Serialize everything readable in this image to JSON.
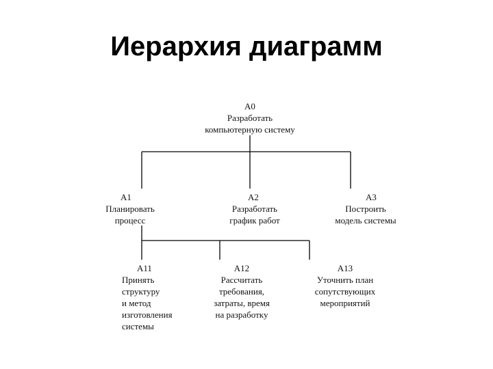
{
  "title": "Иерархия диаграмм",
  "nodes": {
    "a0": {
      "code": "А0",
      "lines": [
        "Разработать",
        "компьютерную систему"
      ]
    },
    "a1": {
      "code": "А1",
      "lines": [
        "Планировать",
        "процесс"
      ]
    },
    "a2": {
      "code": "А2",
      "lines": [
        "Разработать",
        "график работ"
      ]
    },
    "a3": {
      "code": "А3",
      "lines": [
        "Построить",
        "модель системы"
      ]
    },
    "a11": {
      "code": "А11",
      "lines": [
        "Принять",
        "структуру",
        "и метод",
        "изготовления",
        "системы"
      ]
    },
    "a12": {
      "code": "А12",
      "lines": [
        "Рассчитать",
        "требования,",
        "затраты, время",
        "на разработку"
      ]
    },
    "a13": {
      "code": "А13",
      "lines": [
        "Уточнить план",
        "сопутствующих",
        "мероприятий"
      ]
    }
  }
}
